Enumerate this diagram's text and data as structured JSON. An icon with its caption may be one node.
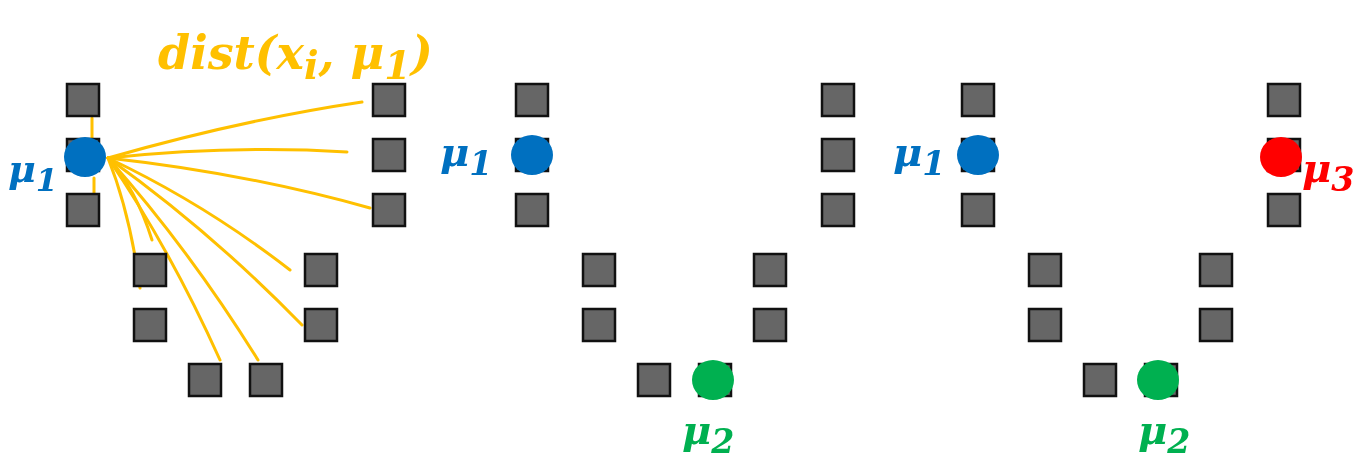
{
  "diagram": {
    "labels": [
      "dist(x$_{i}$, μ$_{1}$)",
      "μ$_{1}$",
      "μ$_{1}$",
      "μ$_{1}$",
      "μ$_{3}$",
      "μ$_{2}$",
      "μ$_{2}$"
    ]
  }
}
